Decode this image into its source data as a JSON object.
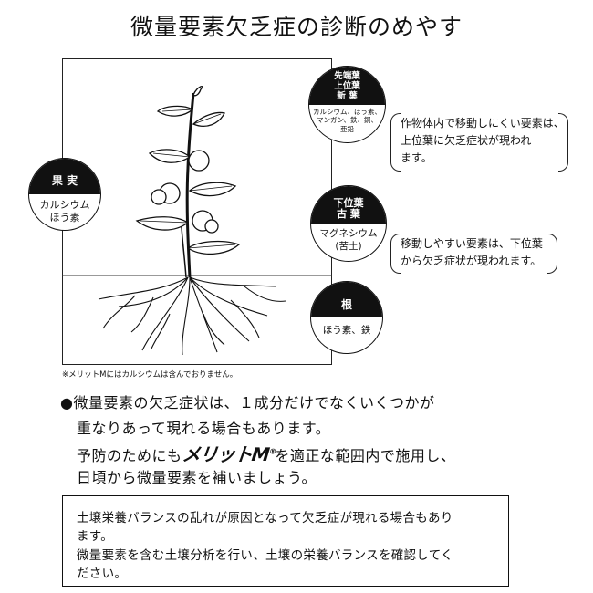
{
  "title": "微量要素欠乏症の診断のめやす",
  "badges": {
    "upper_leaves": {
      "header": [
        "先端葉",
        "上位葉",
        "新 葉"
      ],
      "content": [
        "カルシウム、ほう素、",
        "マンガン、鉄、銅、",
        "亜鉛"
      ]
    },
    "fruit": {
      "header": [
        "果 実"
      ],
      "content": [
        "カルシウム",
        "ほう素"
      ]
    },
    "lower_leaves": {
      "header": [
        "下位葉",
        "古 葉"
      ],
      "content": [
        "マグネシウム",
        "(苦土)"
      ]
    },
    "root": {
      "header": [
        "根"
      ],
      "content": [
        "ほう素、鉄"
      ]
    }
  },
  "notes": {
    "upper": [
      "作物体内で移動しにくい要素は、",
      "上位葉に欠乏症状が現われ",
      "ます。"
    ],
    "lower": [
      "移動しやすい要素は、下位葉",
      "から欠乏症状が現われます。"
    ]
  },
  "footnote": "※メリットMにはカルシウムは含んでおりません。",
  "body": {
    "bullet": "●",
    "line1": "微量要素の欠乏症状は、１成分だけでなくいくつかが",
    "line2": "重なりあって現れる場合もあります。",
    "line3_pre": "予防のためにも",
    "logo_text": "メリットM",
    "logo_mark": "®",
    "line3_post": "を適正な範囲内で施用し、",
    "line4": "日頃から微量要素を補いましょう。"
  },
  "box": {
    "line1": "土壌栄養バランスの乱れが原因となって欠乏症が現れる場合もあり",
    "line2": "ます。",
    "line3": "微量要素を含む土壌分析を行い、土壌の栄養バランスを確認してく",
    "line4": "ださい。"
  }
}
